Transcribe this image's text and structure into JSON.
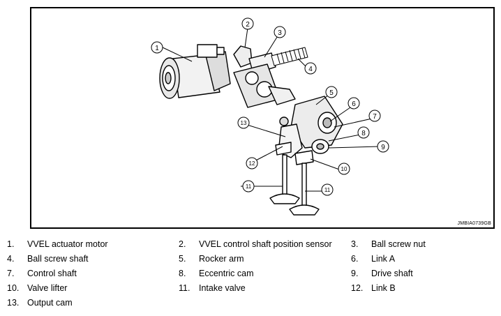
{
  "figure": {
    "code": "JMBIA0739GB",
    "callouts": [
      "1",
      "2",
      "3",
      "4",
      "5",
      "6",
      "7",
      "8",
      "9",
      "10",
      "11",
      "11",
      "12",
      "13"
    ]
  },
  "legend": [
    {
      "num": "1.",
      "label": "VVEL actuator motor"
    },
    {
      "num": "2.",
      "label": "VVEL control shaft position sensor"
    },
    {
      "num": "3.",
      "label": "Ball screw nut"
    },
    {
      "num": "4.",
      "label": "Ball screw shaft"
    },
    {
      "num": "5.",
      "label": "Rocker arm"
    },
    {
      "num": "6.",
      "label": "Link A"
    },
    {
      "num": "7.",
      "label": "Control shaft"
    },
    {
      "num": "8.",
      "label": "Eccentric cam"
    },
    {
      "num": "9.",
      "label": "Drive shaft"
    },
    {
      "num": "10.",
      "label": "Valve lifter"
    },
    {
      "num": "11.",
      "label": "Intake valve"
    },
    {
      "num": "12.",
      "label": "Link B"
    },
    {
      "num": "13.",
      "label": "Output cam"
    }
  ]
}
